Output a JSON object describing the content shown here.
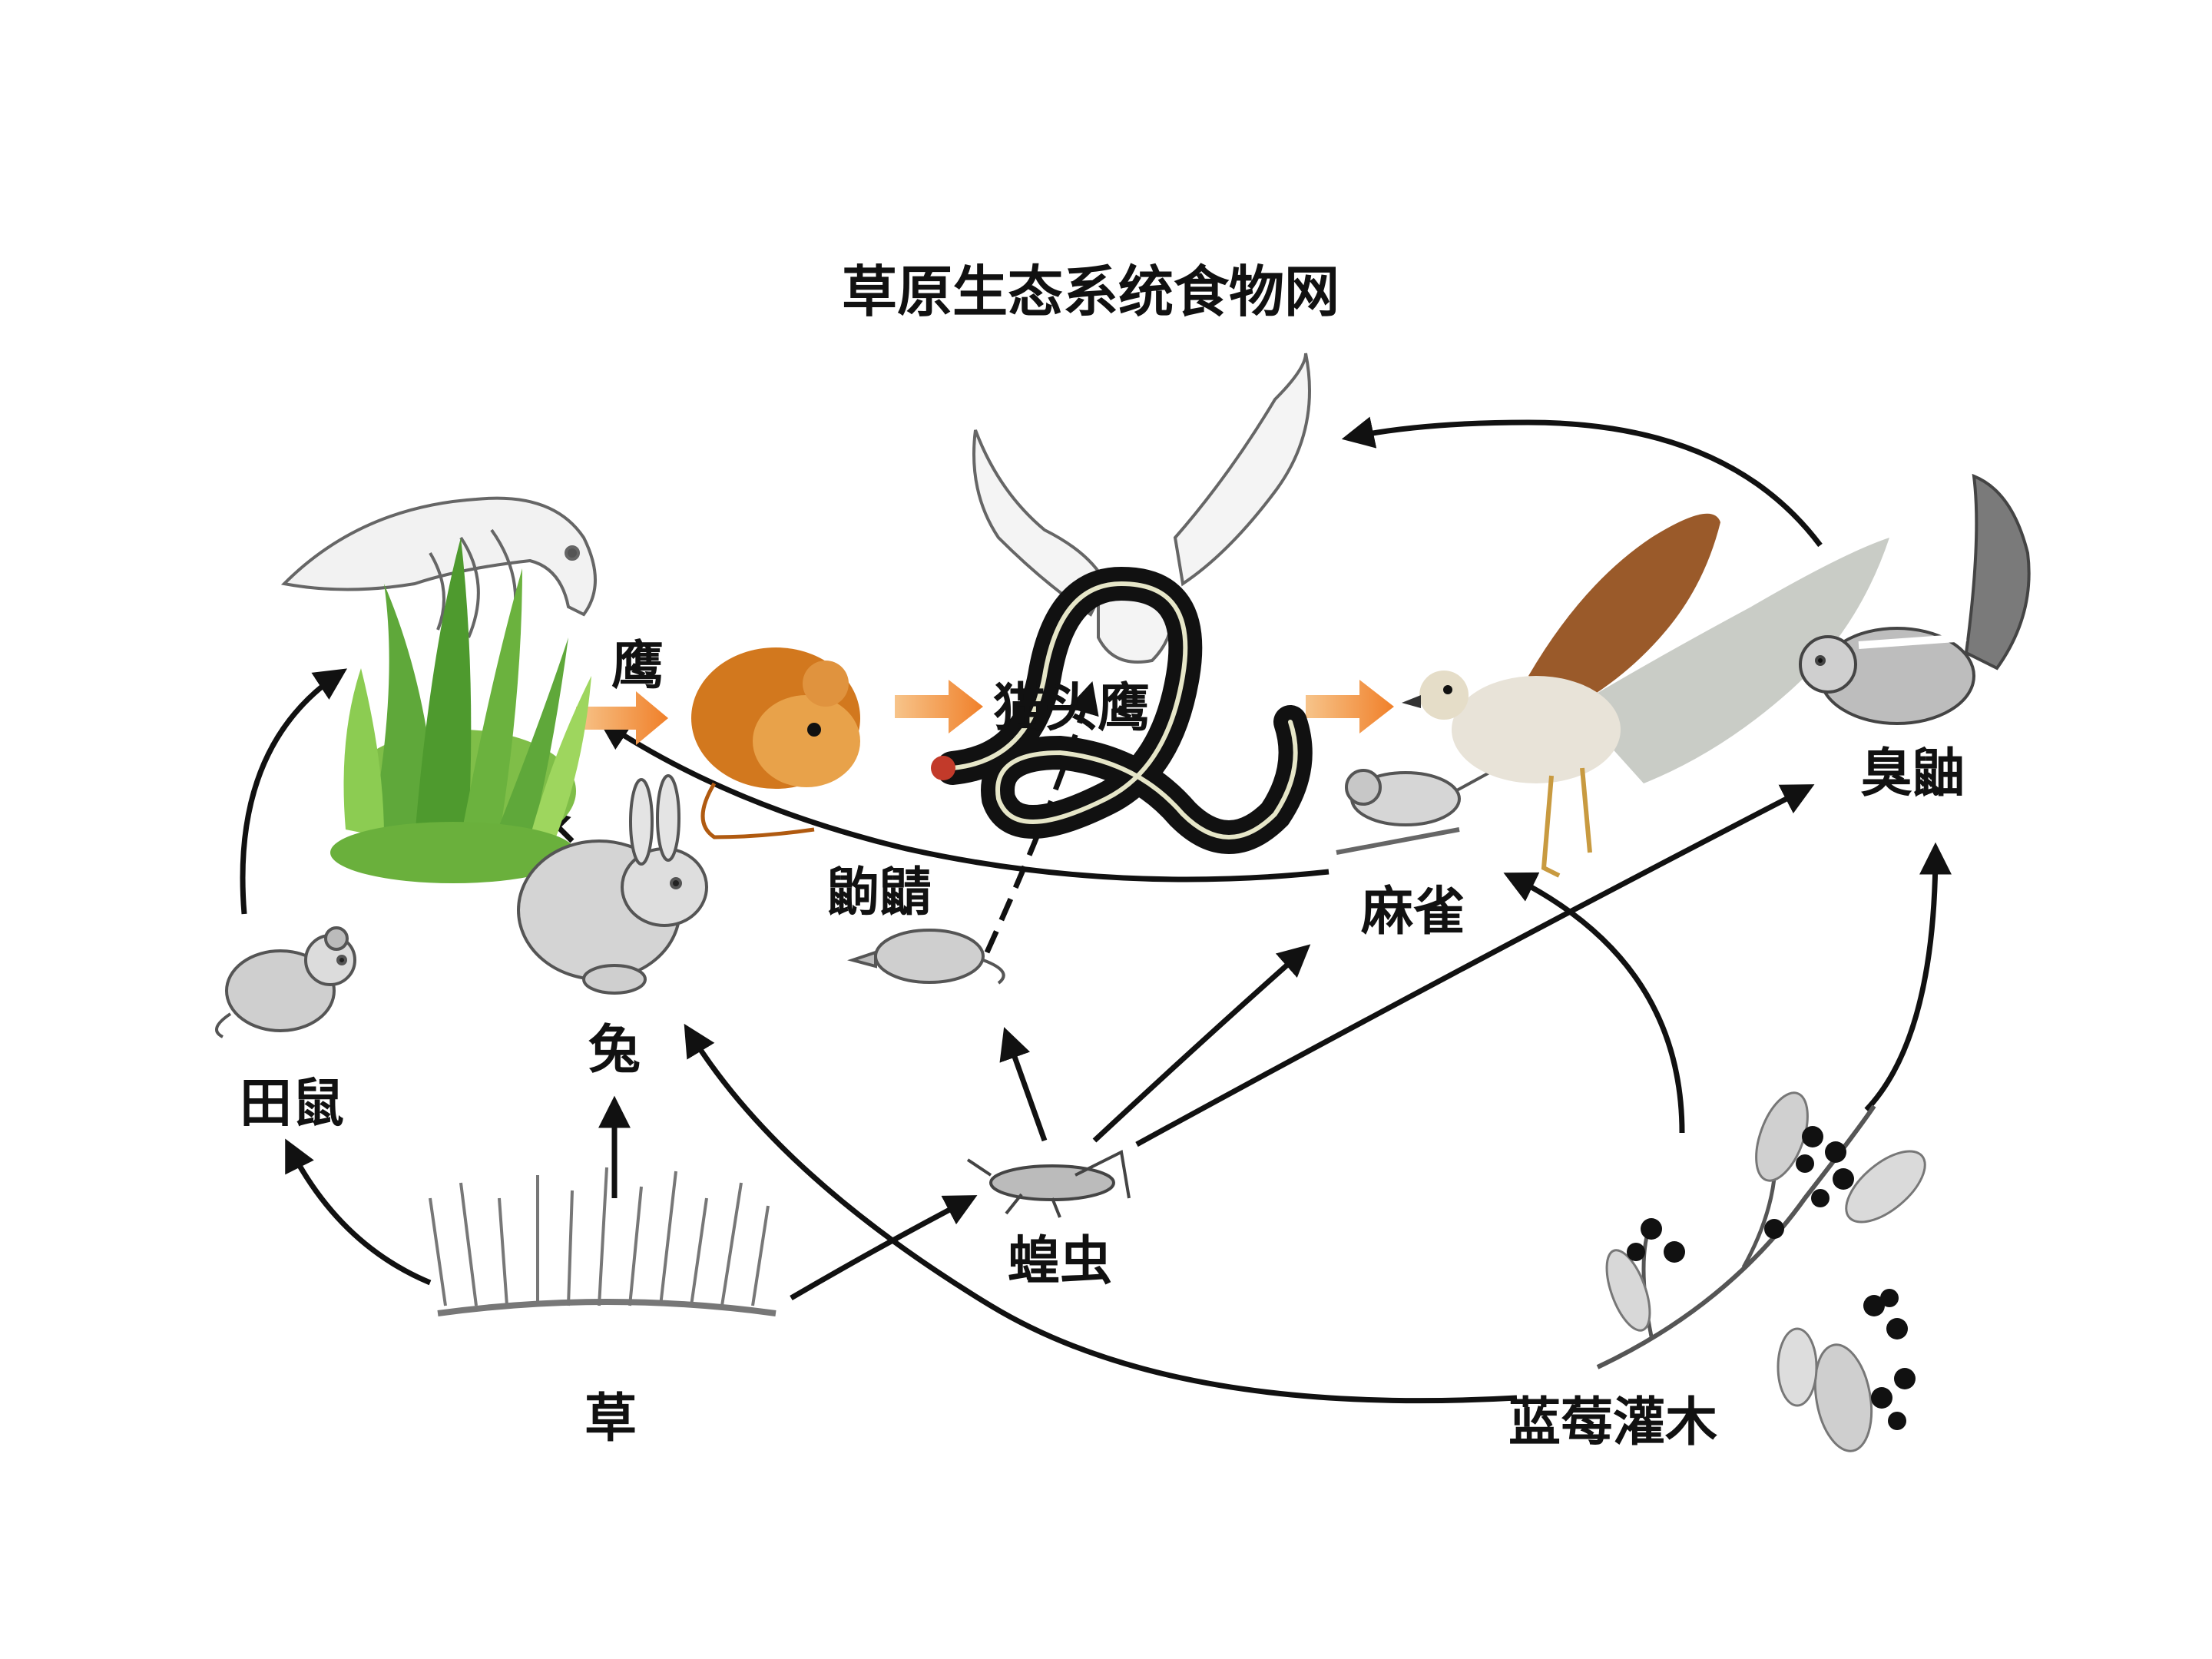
{
  "title": "草原生态系统食物网",
  "labels": {
    "eagle": "鹰",
    "vole": "田鼠",
    "rabbit": "兔",
    "grass": "草",
    "shrew": "鼩鼱",
    "grasshopper": "蝗虫",
    "owl": "猫头鹰",
    "sparrow": "麻雀",
    "skunk": "臭鼬",
    "blueberry": "蓝莓灌木"
  },
  "colors": {
    "arrow": "#111111",
    "highlight_arrow": "#f0902a",
    "grass_green": "#5fa83a",
    "mouse_orange": "#d2781e",
    "hawk_brown": "#9a5a2a"
  },
  "icons": [
    "eagle-icon",
    "tall-grass-icon",
    "vole-icon",
    "rabbit-icon",
    "grass-icon",
    "shrew-icon",
    "grasshopper-icon",
    "owl-icon",
    "snake-icon",
    "sparrow-icon",
    "hawk-icon",
    "skunk-icon",
    "blueberry-bush-icon",
    "orange-mouse-icon"
  ]
}
